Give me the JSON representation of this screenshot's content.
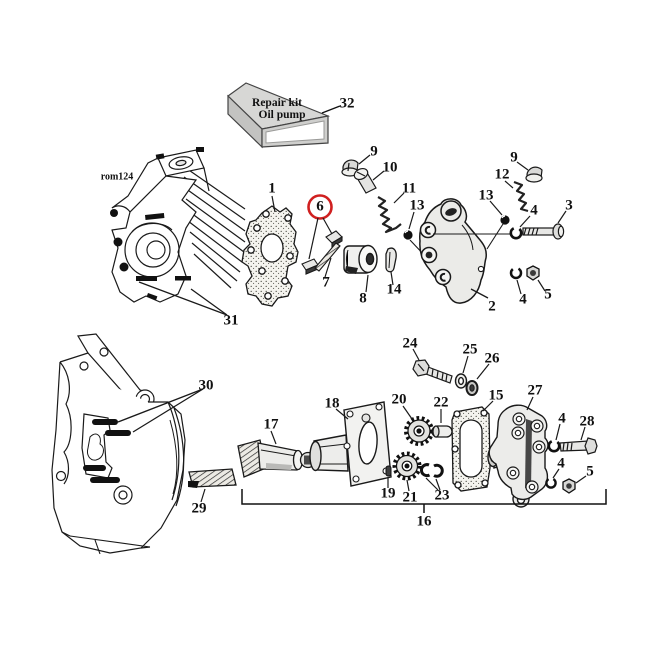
{
  "figure": {
    "kind": "exploded parts diagram",
    "subject_box": {
      "line1": "Repair kit",
      "line2": "Oil pump"
    },
    "drawing_ref": "rom124",
    "highlighted_part": "6",
    "highlight_color": "#d02020",
    "line_color": "#111111"
  },
  "labels": {
    "part1": "1",
    "part2": "2",
    "part3": "3",
    "part4": "4",
    "part5": "5",
    "part6": "6",
    "part7": "7",
    "part8": "8",
    "part9": "9",
    "part10": "10",
    "part11": "11",
    "part12": "12",
    "part13": "13",
    "part14": "14",
    "part15": "15",
    "part16": "16",
    "part17": "17",
    "part18": "18",
    "part19": "19",
    "part20": "20",
    "part21": "21",
    "part22": "22",
    "part23": "23",
    "part24": "24",
    "part25": "25",
    "part26": "26",
    "part27": "27",
    "part28": "28",
    "part29": "29",
    "part30": "30",
    "part31": "31",
    "part32": "32"
  }
}
